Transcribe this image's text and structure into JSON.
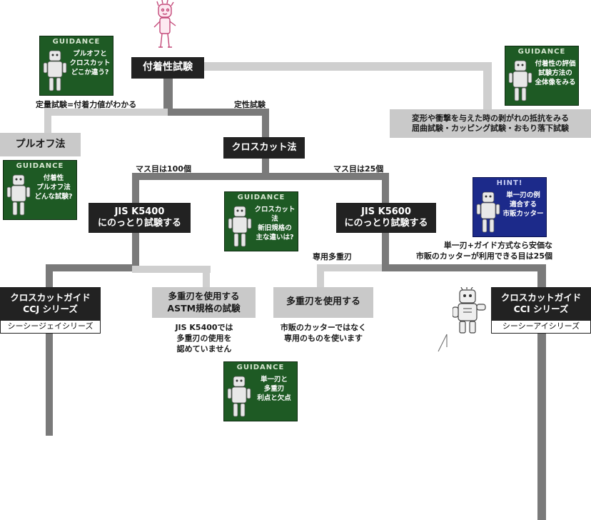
{
  "nodes": {
    "adhesion_test": "付着性試験",
    "pull_off": "プルオフ法",
    "cross_cut": "クロスカット法",
    "jis_k5400": [
      "JIS K5400",
      "にのっとり試験する"
    ],
    "jis_k5600": [
      "JIS K5600",
      "にのっとり試験する"
    ],
    "ccj": {
      "title": [
        "クロスカットガイド",
        "CCJ シリーズ"
      ],
      "sub": "シーシージェイシリーズ"
    },
    "astm": [
      "多重刃を使用する",
      "ASTM規格の試験"
    ],
    "multi_blade": "多重刃を使用する",
    "cci": {
      "title": [
        "クロスカットガイド",
        "CCI シリーズ"
      ],
      "sub": "シーシーアイシリーズ"
    },
    "impact_test": [
      "変形や衝撃を与えた時の剥がれの抵抗をみる",
      "屈曲試験・カッピング試験・おもり落下試験"
    ]
  },
  "labels": {
    "quantitative": "定量試験=付着力値がわかる",
    "qualitative": "定性試験",
    "grid_100": "マス目は100個",
    "grid_25": "マス目は25個",
    "dedicated_multi": "専用多重刃",
    "single_blade_note": [
      "単一刃+ガイド方式なら安価な",
      "市販のカッターが利用できる目は25個"
    ],
    "k5400_note": [
      "JIS K5400では",
      "多重刃の使用を",
      "認めていません"
    ],
    "dedicated_note": [
      "市販のカッターではなく",
      "専用のものを使います"
    ]
  },
  "cards": [
    {
      "key": "g1",
      "kind": "GUIDANCE",
      "lines": [
        "プルオフと",
        "クロスカット",
        "どこか違う?"
      ]
    },
    {
      "key": "g2",
      "kind": "GUIDANCE",
      "lines": [
        "付着性の評価",
        "試験方法の",
        "全体像をみる"
      ]
    },
    {
      "key": "g3",
      "kind": "GUIDANCE",
      "lines": [
        "付着性",
        "プルオフ法",
        "どんな試験?"
      ]
    },
    {
      "key": "g4",
      "kind": "GUIDANCE",
      "lines": [
        "クロスカット法",
        "新旧規格の",
        "主な違いは?"
      ]
    },
    {
      "key": "h1",
      "kind": "HINT!",
      "lines": [
        "単一刃の例",
        "適合する",
        "市販カッター"
      ]
    },
    {
      "key": "g5",
      "kind": "GUIDANCE",
      "lines": [
        "単一刃と",
        "多重刃",
        "利点と欠点"
      ]
    }
  ],
  "colors": {
    "node_dark": "#222222",
    "node_gray": "#c9c9c9",
    "line_dark": "#7a7a7a",
    "line_light": "#cfcfcf",
    "guidance_green": "#1e5a24",
    "hint_blue": "#1c2a8a"
  }
}
